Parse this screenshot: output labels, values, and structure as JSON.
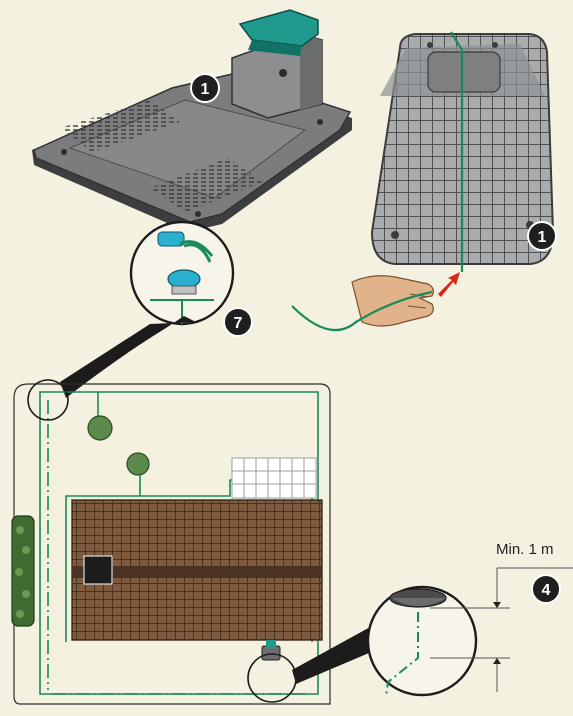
{
  "colors": {
    "background": "#f4f1e1",
    "boundary_wire": "#1a8a5a",
    "station_plate": "#6b6d6f",
    "connector": "#2bb0cf",
    "lid_accent": "#1f9a8c",
    "roof": "#8a6243",
    "badge": "#1f1f1f",
    "arrow": "#d8281c"
  },
  "badges": [
    {
      "id": "station-step",
      "label": "1"
    },
    {
      "id": "mower-step",
      "label": "1"
    },
    {
      "id": "connector-step",
      "label": "7"
    },
    {
      "id": "distance-step",
      "label": "4"
    }
  ],
  "distance_label": "Min. 1 m",
  "icons": [
    "charging-station",
    "robotic-mower-underside",
    "hand",
    "wire-connector",
    "house-roof",
    "garden-plan",
    "tree",
    "shrub-hedge",
    "tile-patio",
    "guide-arrow"
  ]
}
